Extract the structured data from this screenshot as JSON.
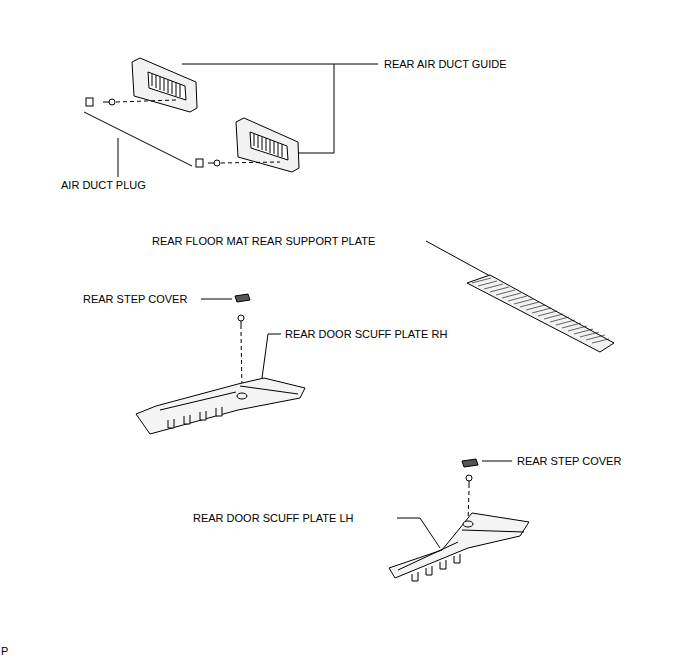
{
  "diagram": {
    "labels": [
      "REAR AIR DUCT GUIDE",
      "AIR DUCT PLUG",
      "REAR FLOOR MAT REAR SUPPORT PLATE",
      "REAR STEP COVER",
      "REAR DOOR SCUFF PLATE RH",
      "REAR STEP COVER",
      "REAR DOOR SCUFF PLATE LH",
      "P"
    ]
  }
}
